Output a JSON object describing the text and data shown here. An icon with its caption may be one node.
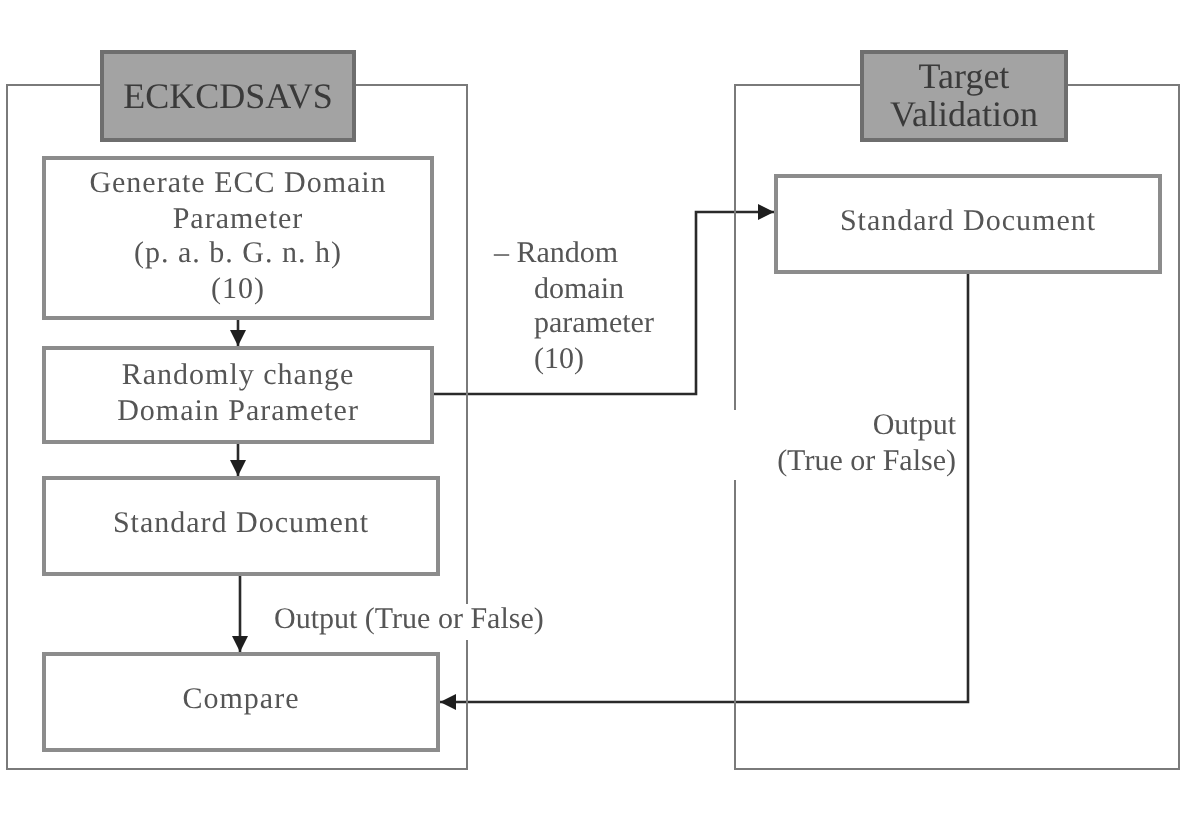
{
  "diagram": {
    "nodes": [
      {
        "text": [
          "ECKCDSAVS"
        ]
      },
      {
        "text": [
          "Generate ECC Domain Parameter (p. a. b. G. n. h) (10)"
        ],
        "in": 0
      },
      {
        "text": [
          "Randomly change Domain Parameter"
        ],
        "in": 0
      },
      {
        "text": [
          "Standard Document"
        ],
        "in": 0
      },
      {
        "text": [
          "Compare"
        ],
        "in": 0
      },
      {
        "text": [
          "Target Validation"
        ]
      },
      {
        "text": [
          "Standard Document"
        ],
        "in": 5
      }
    ],
    "edges": [
      {
        "from": 1,
        "to": 2,
        "arrow": "to"
      },
      {
        "from": 2,
        "to": 3,
        "arrow": "to"
      },
      {
        "from": 3,
        "to": 4,
        "arrow": "to",
        "label": "Output (True or False)"
      },
      {
        "from": 2,
        "to": 6,
        "arrow": "to",
        "label": "– Random domain parameter (10)"
      },
      {
        "from": 6,
        "to": 4,
        "arrow": "to",
        "label": "Output (True or False)"
      }
    ]
  }
}
